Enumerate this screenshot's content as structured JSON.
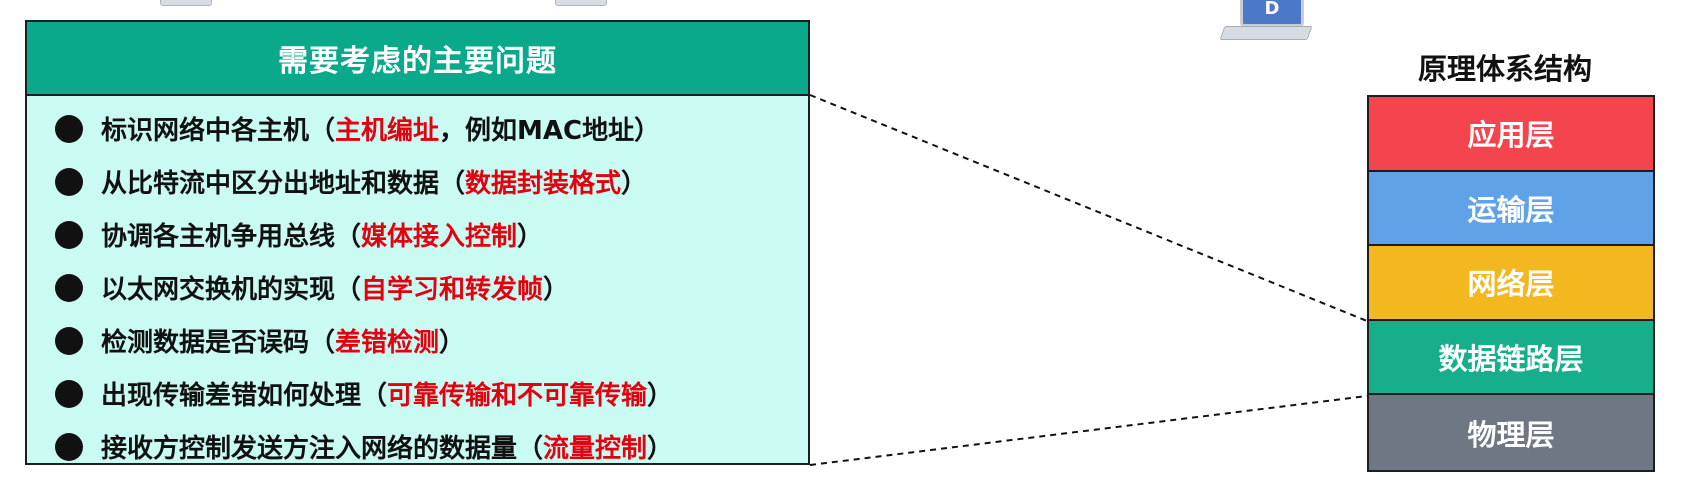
{
  "problems": {
    "title": "需要考虑的主要问题",
    "items": [
      {
        "text": "标识网络中各主机（",
        "highlight": "主机编址",
        "suffix": "，例如MAC地址）"
      },
      {
        "text": "从比特流中区分出地址和数据（",
        "highlight": "数据封装格式",
        "suffix": "）"
      },
      {
        "text": "协调各主机争用总线（",
        "highlight": "媒体接入控制",
        "suffix": "）"
      },
      {
        "text": "以太网交换机的实现（",
        "highlight": "自学习和转发帧",
        "suffix": "）"
      },
      {
        "text": "检测数据是否误码（",
        "highlight": "差错检测",
        "suffix": "）"
      },
      {
        "text": "出现传输差错如何处理（",
        "highlight": "可靠传输和不可靠传输",
        "suffix": "）"
      },
      {
        "text": "接收方控制发送方注入网络的数据量（",
        "highlight": "流量控制",
        "suffix": "）"
      }
    ]
  },
  "architecture": {
    "title": "原理体系结构",
    "layers": [
      {
        "label": "应用层",
        "color": "#f4454f"
      },
      {
        "label": "运输层",
        "color": "#5fa2e8"
      },
      {
        "label": "网络层",
        "color": "#f3b71f"
      },
      {
        "label": "数据链路层",
        "color": "#17ae8c"
      },
      {
        "label": "物理层",
        "color": "#6f7785"
      }
    ]
  },
  "host_label": "D",
  "colors": {
    "title_bar": "#0aa98b",
    "box_fill": "#c9fbf3",
    "highlight": "#e3000f"
  }
}
